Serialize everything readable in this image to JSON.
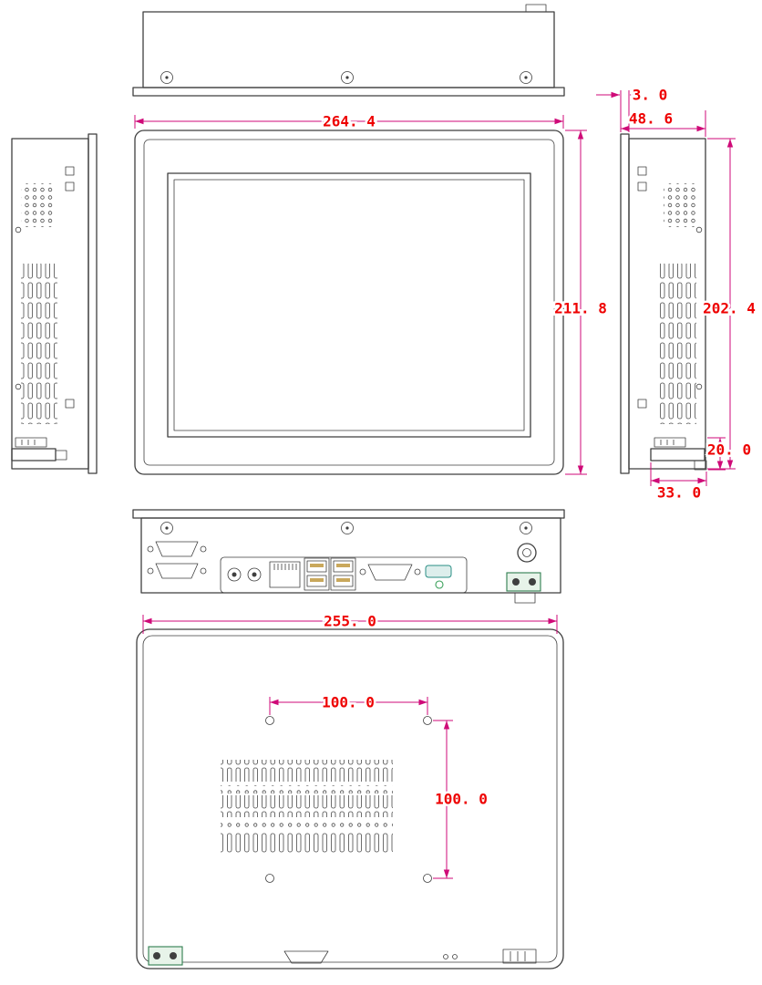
{
  "drawing": {
    "title": "industrial-panel-pc-dimension-drawing",
    "dims": {
      "front_width": "264. 4",
      "front_height": "211. 8",
      "bezel_thickness": "3. 0",
      "total_depth": "48. 6",
      "body_height": "202. 4",
      "bottom_bracket_height": "20. 0",
      "bracket_depth": "33. 0",
      "rear_width": "255. 0",
      "vesa_horizontal": "100. 0",
      "vesa_vertical": "100. 0"
    },
    "colors": {
      "outline": "#3f3f3f",
      "dimension_line": "#cf0a78",
      "dimension_text": "#ee0000",
      "port_teal": "#2a8f85",
      "terminal_green": "#2f7d4f",
      "usb_tongue": "#c9a85c"
    }
  }
}
